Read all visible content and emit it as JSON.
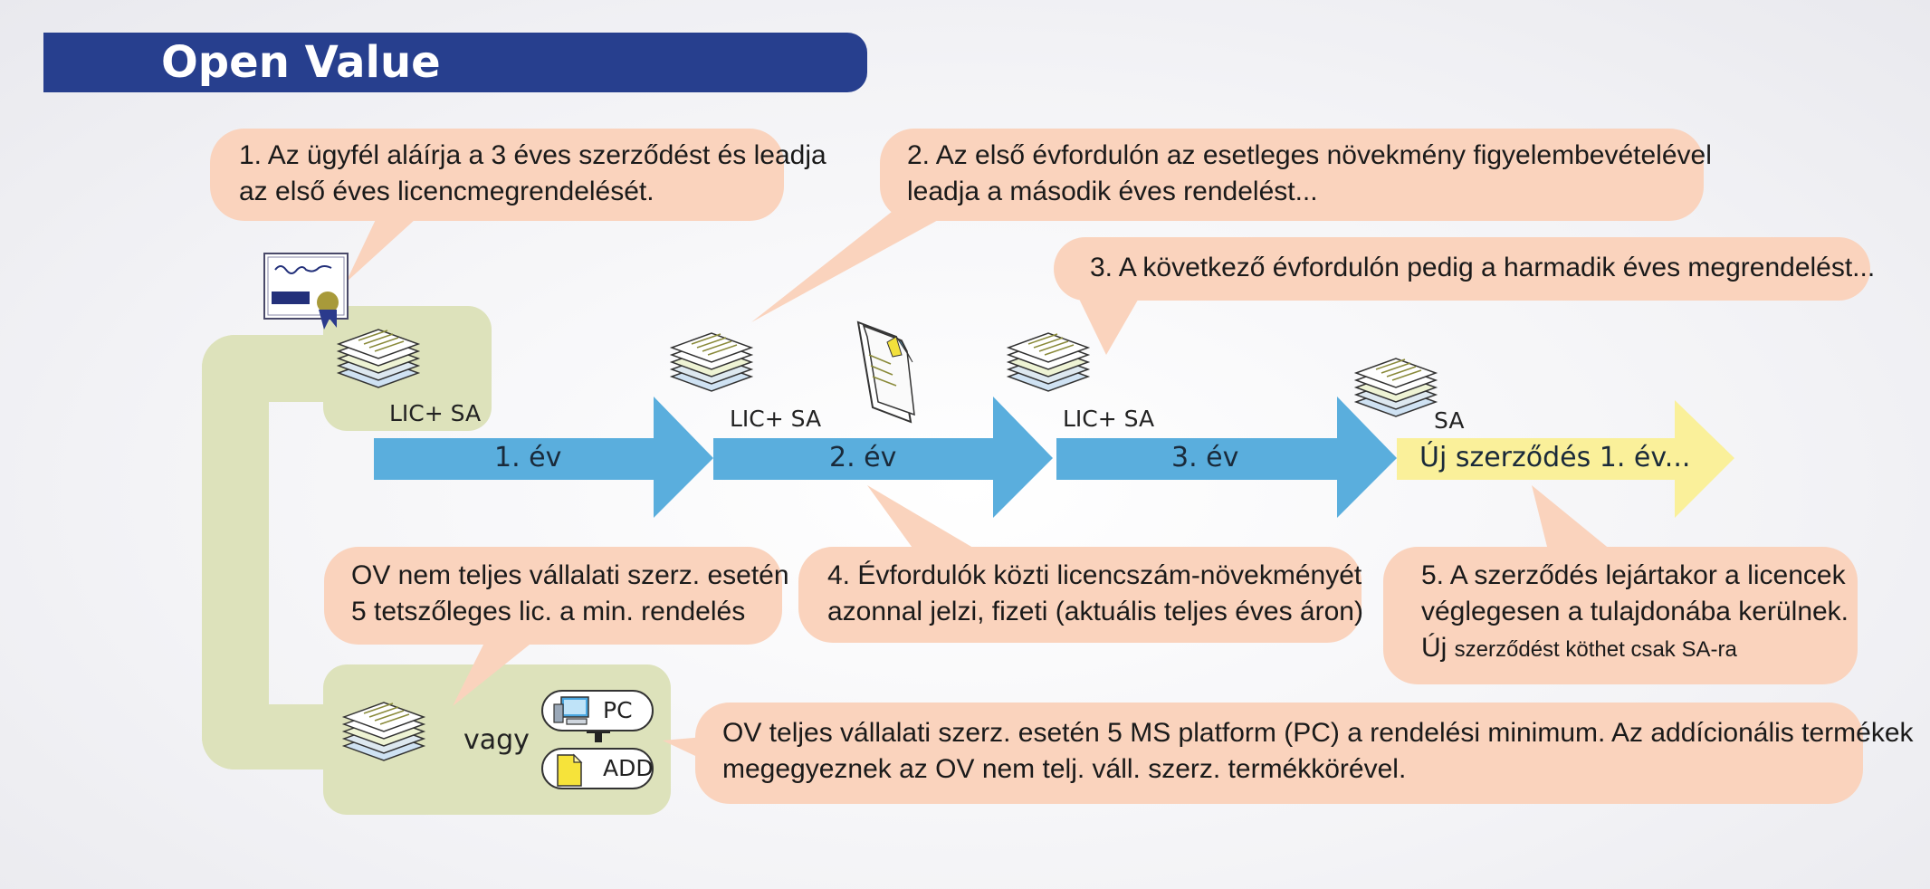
{
  "header": {
    "title": "Open Value"
  },
  "timeline": {
    "arrows": [
      {
        "label": "1. év",
        "color": "#5aaedd"
      },
      {
        "label": "2. év",
        "color": "#5aaedd"
      },
      {
        "label": "3. év",
        "color": "#5aaedd"
      },
      {
        "label": "Új szerződés 1. év...",
        "color": "#faf09a"
      }
    ],
    "doc_labels": [
      "LIC+ SA",
      "LIC+ SA",
      "LIC+ SA",
      "SA"
    ]
  },
  "callouts": {
    "c1": {
      "line1": "1. Az ügyfél aláírja a 3 éves szerződést és leadja",
      "line2": "az első éves licencmegrendelését."
    },
    "c2": {
      "line1": "2. Az első évfordulón az esetleges növekmény figyelembevételével",
      "line2": "leadja a második éves rendelést..."
    },
    "c3": {
      "line1": "3. A következő évfordulón pedig  a harmadik éves megrendelést..."
    },
    "c4": {
      "line1": "4. Évfordulók közti licencszám-növekményét",
      "line2": "azonnal jelzi, fizeti (aktuális teljes éves áron)"
    },
    "c5": {
      "line1": "5. A szerződés lejártakor a licencek",
      "line2": "véglegesen a tulajdonába kerülnek.",
      "line3_a": "Új ",
      "line3_b": "szerződést köthet csak SA-ra"
    },
    "ov_partial": {
      "line1": "OV nem teljes vállalati szerz. esetén",
      "line2": "5 tetszőleges lic. a min. rendelés"
    },
    "ov_full": {
      "line1": "OV teljes vállalati szerz. esetén 5 MS platform (PC) a rendelési minimum. Az addícionális termékek",
      "line2": "megegyeznek az OV nem telj. váll. szerz. termékkörével."
    }
  },
  "minimum_box": {
    "or_label": "vagy",
    "pc_label": "PC",
    "add_label": "ADD"
  },
  "colors": {
    "header": "#273f8e",
    "bubble": "#fad3bd",
    "green_panel": "#dde2bb",
    "arrow_blue": "#5aaedd",
    "arrow_yellow": "#faf09a"
  },
  "icons": [
    "certificate-icon",
    "document-stack-icon",
    "single-document-icon",
    "computer-icon",
    "add-document-icon",
    "plus-icon"
  ]
}
